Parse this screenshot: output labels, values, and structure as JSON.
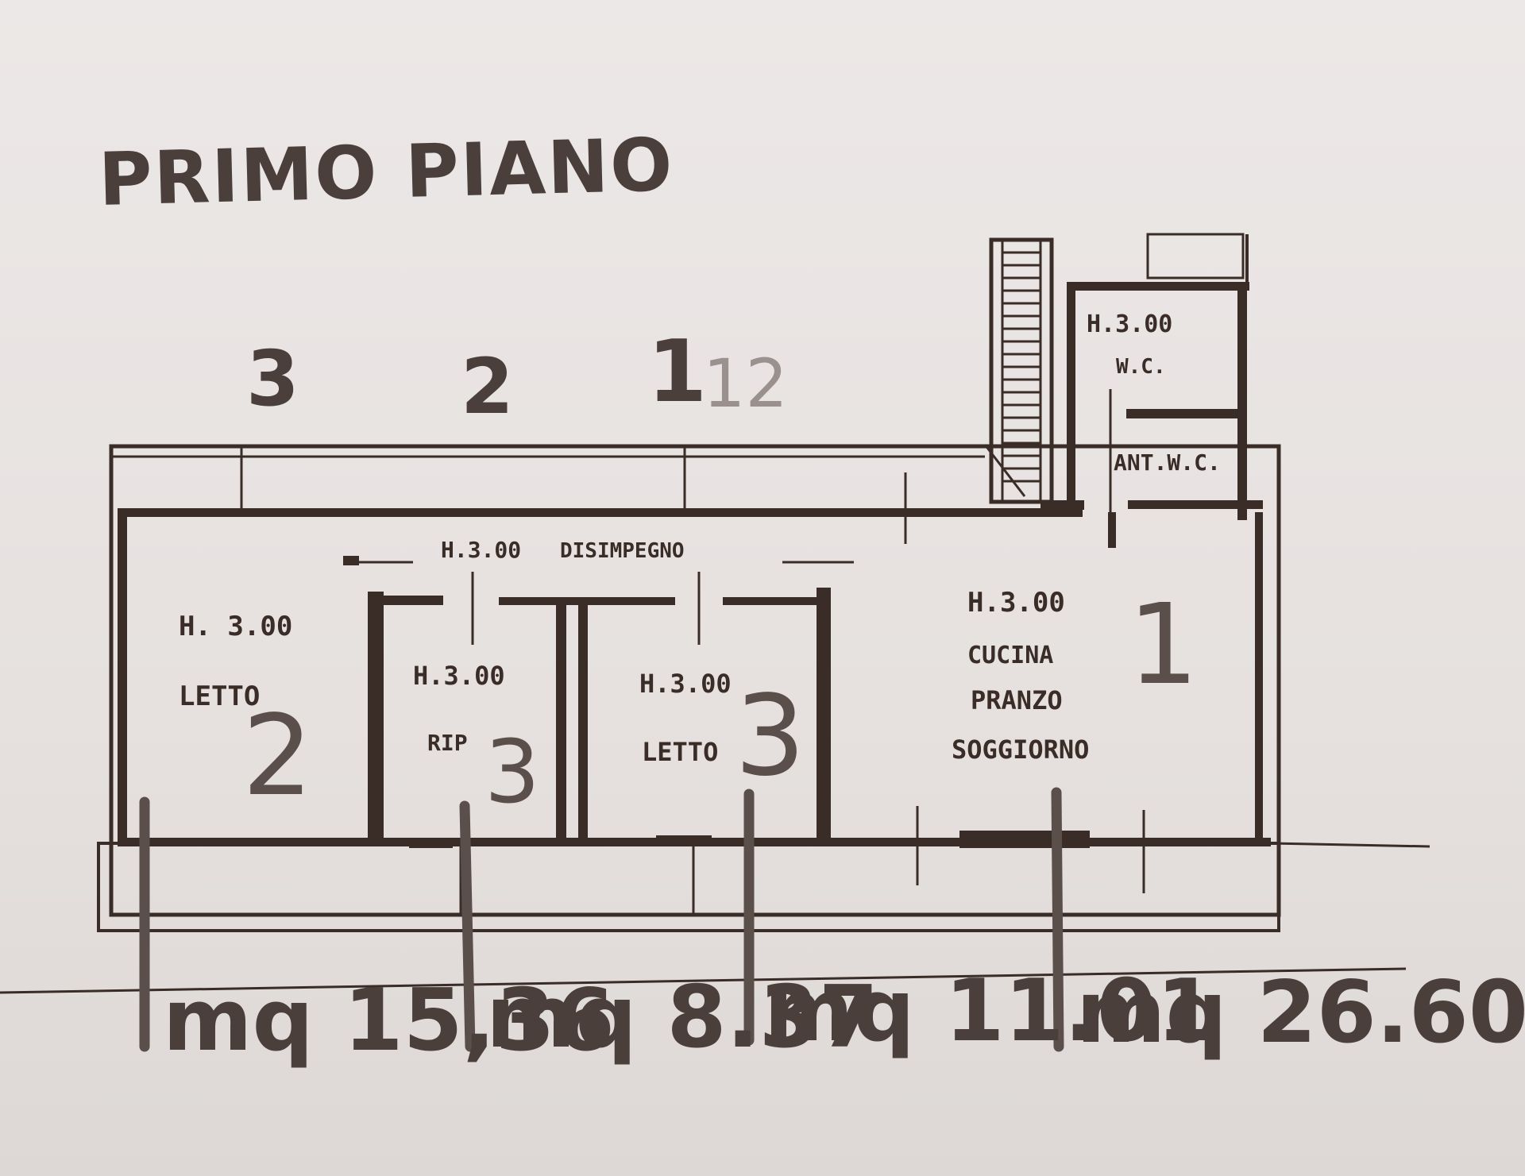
{
  "title": "PRIMO PIANO",
  "unit_numbers": [
    "3",
    "2",
    "1",
    "12"
  ],
  "rooms": {
    "wc": {
      "height": "H.3.00",
      "name": "W.C."
    },
    "ant_wc": {
      "name": "ANT.W.C."
    },
    "disimpegno": {
      "height": "H.3.00",
      "name": "DISIMPEGNO"
    },
    "letto2": {
      "height": "H. 3.00",
      "name": "LETTO",
      "hand_number": "2"
    },
    "rip": {
      "height": "H.3.00",
      "name": "RIP",
      "hand_number": "3"
    },
    "letto3": {
      "height": "H.3.00",
      "name": "LETTO",
      "hand_number": "3"
    },
    "cucina": {
      "height": "H.3.00",
      "name_line1": "CUCINA",
      "name_line2": "PRANZO",
      "name_line3": "SOGGIORNO",
      "hand_number": "1"
    }
  },
  "areas": [
    "mq 15,36",
    "mq 8.37",
    "mq 11.01",
    "mq 26.60"
  ],
  "colors": {
    "ink": "#3a2c26",
    "pen": "#5b4f4b",
    "paper": "#e7e2e0"
  }
}
